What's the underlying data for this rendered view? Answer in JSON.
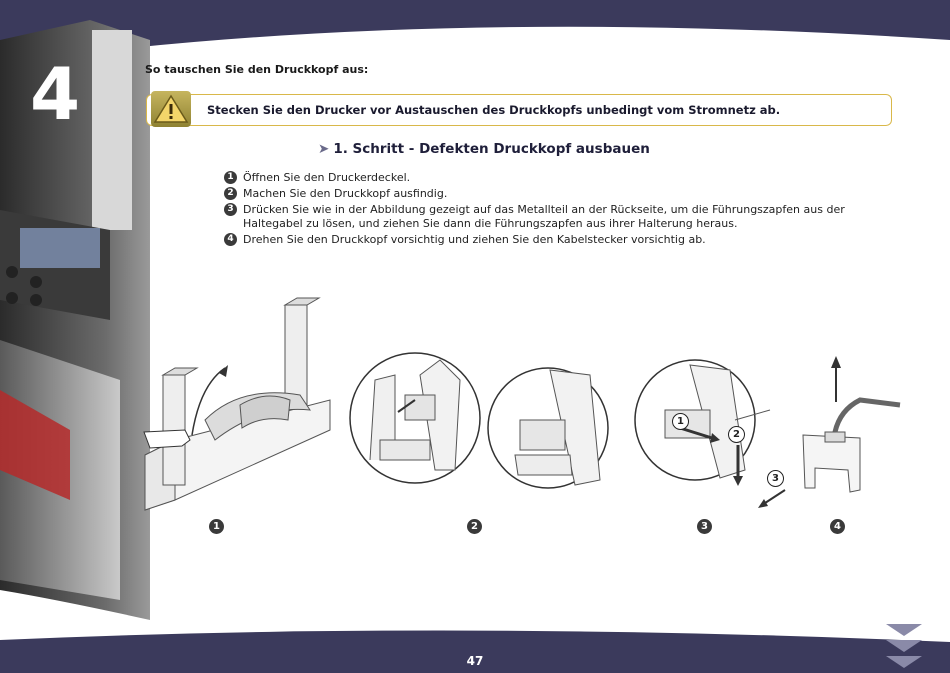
{
  "chapter": {
    "number": "4"
  },
  "intro": "So tauschen Sie den Druckkopf aus:",
  "warning": {
    "text": "Stecken Sie den Drucker vor Austauschen des Druckkopfs unbedingt vom Stromnetz ab."
  },
  "step_title": {
    "arrow": "➤",
    "text": "1. Schritt - Defekten Druckkopf ausbauen"
  },
  "steps": [
    {
      "num": "1",
      "text": "Öffnen Sie den Druckerdeckel."
    },
    {
      "num": "2",
      "text": "Machen Sie den Druckkopf ausfindig."
    },
    {
      "num": "3",
      "text": "Drücken Sie wie in der Abbildung gezeigt auf das Metallteil an der Rückseite, um die Führungszapfen aus der Haltegabel zu lösen, und ziehen Sie dann die Führungszapfen aus ihrer Halterung heraus."
    },
    {
      "num": "4",
      "text": "Drehen Sie den Druckkopf vorsichtig und ziehen Sie den Kabelstecker vorsichtig ab."
    }
  ],
  "figure_labels": [
    "1",
    "2",
    "3",
    "4"
  ],
  "callouts": [
    "1",
    "2",
    "3"
  ],
  "page_number": "47",
  "colors": {
    "band": "#3b3a5c",
    "warning_border": "#d9b84a"
  }
}
